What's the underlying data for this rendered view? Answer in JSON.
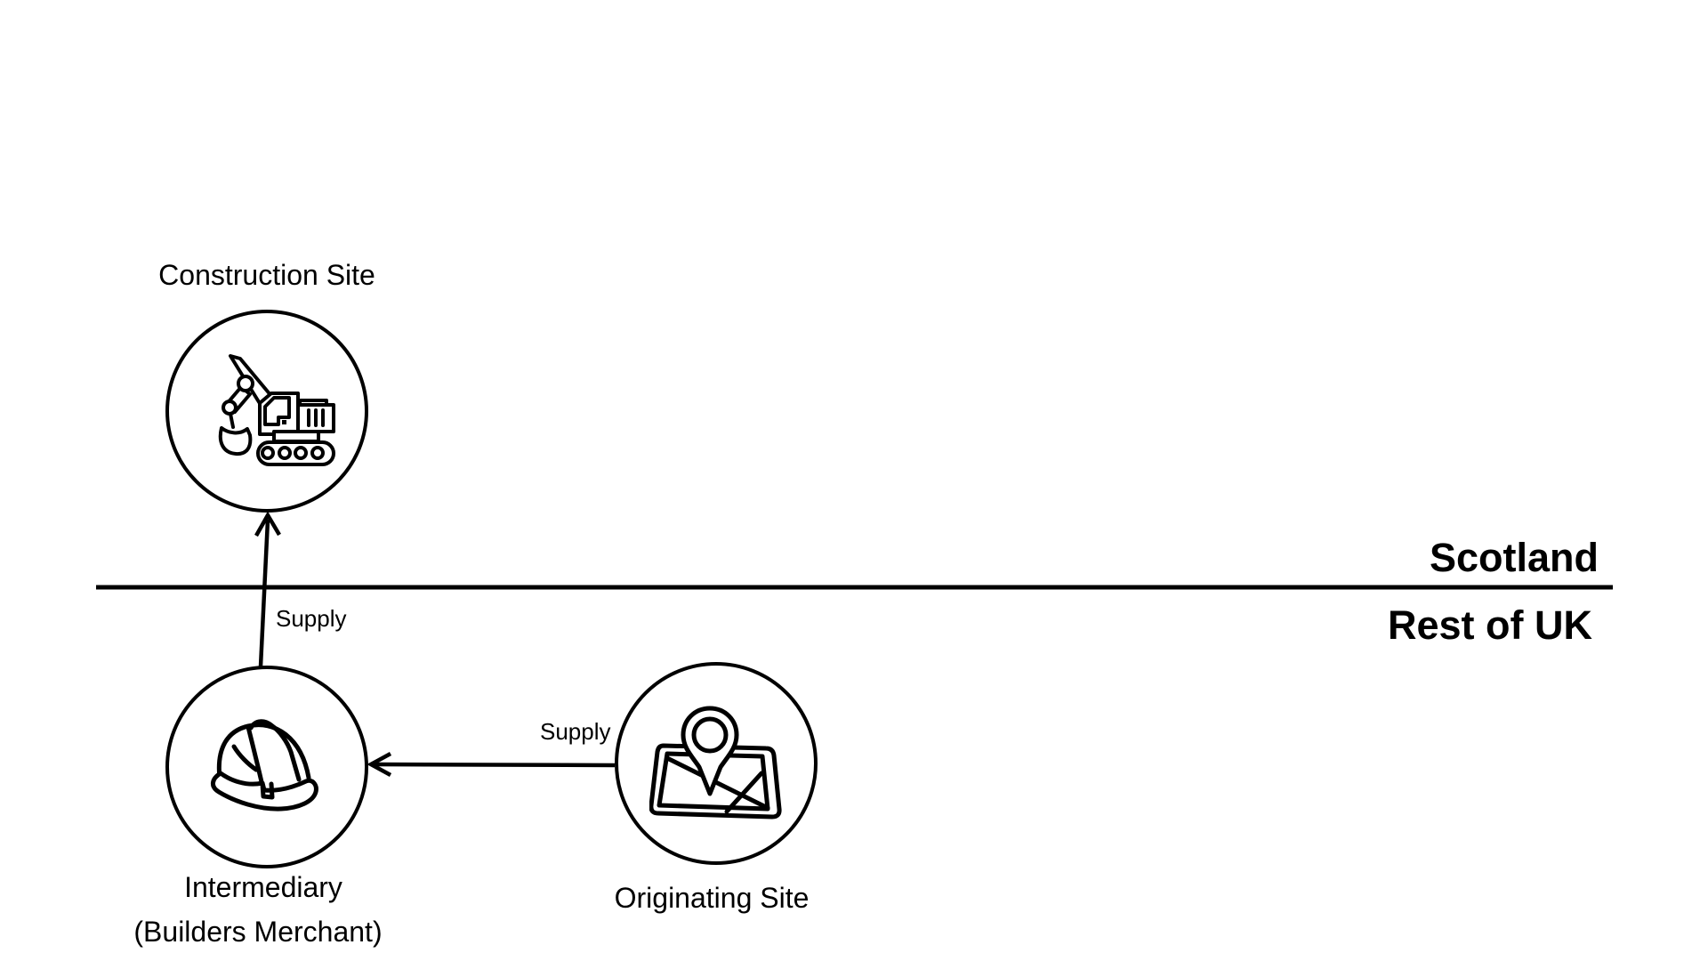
{
  "diagram": {
    "regions": {
      "above_line": "Scotland",
      "below_line": "Rest of UK"
    },
    "nodes": [
      {
        "id": "construction-site",
        "label": "Construction Site",
        "icon": "excavator-icon"
      },
      {
        "id": "intermediary",
        "label": "Intermediary",
        "sublabel": "(Builders Merchant)",
        "icon": "hard-hat-icon"
      },
      {
        "id": "originating-site",
        "label": "Originating Site",
        "icon": "map-pin-icon"
      }
    ],
    "edges": [
      {
        "from": "intermediary",
        "to": "construction-site",
        "label": "Supply",
        "direction": "up"
      },
      {
        "from": "originating-site",
        "to": "intermediary",
        "label": "Supply",
        "direction": "left"
      }
    ],
    "colors": {
      "stroke": "#000000",
      "background": "#ffffff"
    }
  }
}
